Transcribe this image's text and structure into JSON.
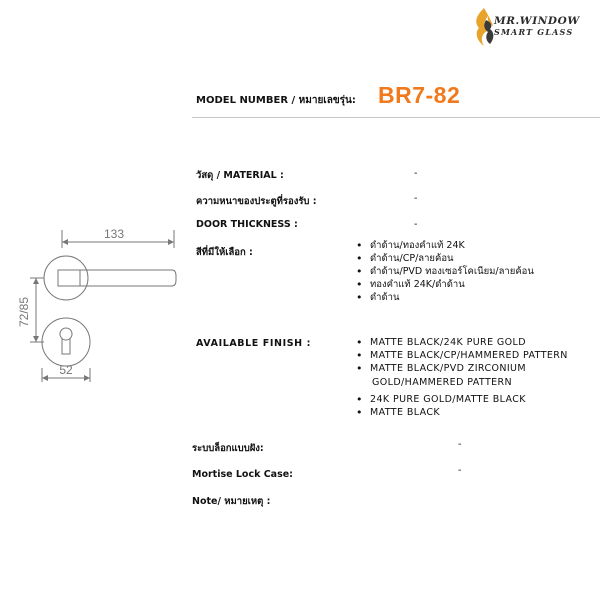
{
  "brand": {
    "line1": "MR.WINDOW",
    "line2": "SMART GLASS"
  },
  "header": {
    "model_label": "MODEL NUMBER / หมายเลขรุ่น:",
    "model_value": "BR7-82",
    "model_color": "#f07a1c"
  },
  "specs": {
    "material_label": "วัสดุ / MATERIAL :",
    "material_value": "-",
    "thickness_th_label": "ความหนาของประตูที่รองรับ :",
    "thickness_th_value": "-",
    "thickness_en_label": "DOOR THICKNESS :",
    "thickness_en_value": "-",
    "colors_label": "สีที่มีให้เลือก :",
    "colors": [
      "ดำด้าน/ทองคำแท้ 24K",
      "ดำด้าน/CP/ลายค้อน",
      "ดำด้าน/PVD ทองเซอร์โคเนียม/ลายค้อน",
      "ทองคำแท้ 24K/ดำด้าน",
      "ดำด้าน"
    ],
    "finish_label": "AVAILABLE FINISH :",
    "finishes": [
      "MATTE BLACK/24K PURE GOLD",
      "MATTE BLACK/CP/HAMMERED PATTERN",
      "MATTE BLACK/PVD ZIRCONIUM",
      "GOLD/HAMMERED PATTERN",
      "24K PURE GOLD/MATTE BLACK",
      "MATTE BLACK"
    ],
    "lock_th_label": "ระบบล็อกแบบฝัง:",
    "lock_th_value": "-",
    "lock_en_label": "Mortise Lock Case:",
    "lock_en_value": "-",
    "note_label": "Note/ หมายเหตุ :"
  },
  "diagram": {
    "width_label": "133",
    "height_label": "72/85",
    "base_label": "52"
  }
}
